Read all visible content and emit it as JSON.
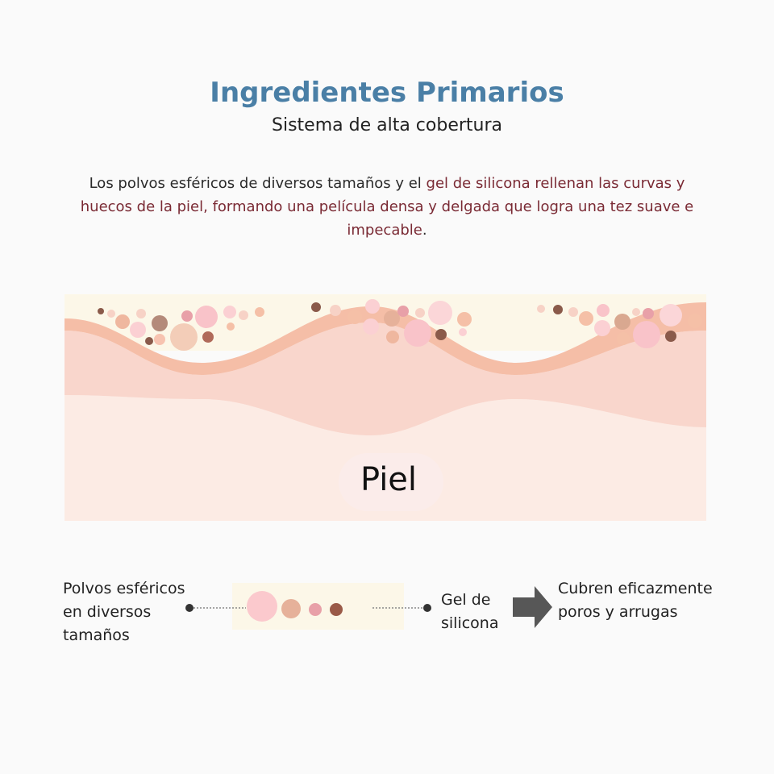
{
  "header": {
    "title": "Ingredientes Primarios",
    "subtitle": "Sistema de alta cobertura"
  },
  "description": {
    "part1": "Los polvos esféricos de diversos tamaños y el ",
    "highlight": "gel de silicona rellenan las curvas y huecos de la piel, formando una película densa y delgada que logra una tez suave e impecable",
    "part2": "."
  },
  "diagram": {
    "skin_label": "Piel"
  },
  "legend": {
    "powders_label": "Polvos esféricos en diversos tamaños",
    "gel_label": "Gel de silicona",
    "result_label": "Cubren eficazmente poros y arrugas"
  },
  "colors": {
    "title": "#4a7fa6",
    "highlight": "#7a2a34",
    "skin_band": "#f5bea7",
    "skin_light": "#fce8e0",
    "gel": "#fcf7e8",
    "arrow": "#575757"
  }
}
